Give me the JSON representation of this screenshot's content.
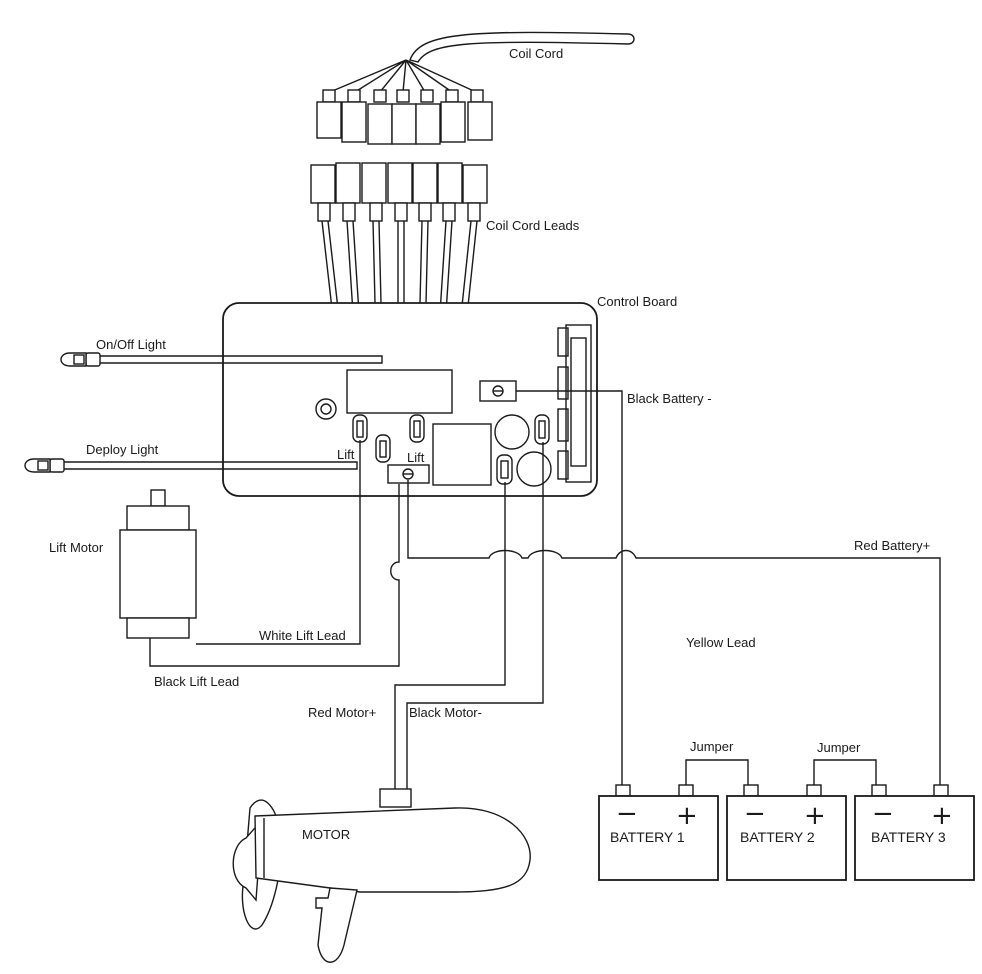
{
  "labels": {
    "coil_cord": "Coil Cord",
    "coil_cord_leads": "Coil Cord Leads",
    "control_board": "Control Board",
    "on_off_light": "On/Off Light",
    "deploy_light": "Deploy Light",
    "lift_left": "Lift",
    "lift_right": "Lift",
    "black_battery_neg": "Black Battery -",
    "red_battery_pos": "Red Battery+",
    "lift_motor": "Lift Motor",
    "white_lift_lead": "White Lift Lead",
    "black_lift_lead": "Black Lift Lead",
    "yellow_lead": "Yellow Lead",
    "red_motor_pos": "Red Motor+",
    "black_motor_neg": "Black Motor-",
    "motor": "MOTOR",
    "jumper_1": "Jumper",
    "jumper_2": "Jumper"
  },
  "batteries": [
    {
      "label": "BATTERY 1",
      "neg": "−",
      "pos": "+"
    },
    {
      "label": "BATTERY 2",
      "neg": "−",
      "pos": "+"
    },
    {
      "label": "BATTERY 3",
      "neg": "−",
      "pos": "+"
    }
  ]
}
